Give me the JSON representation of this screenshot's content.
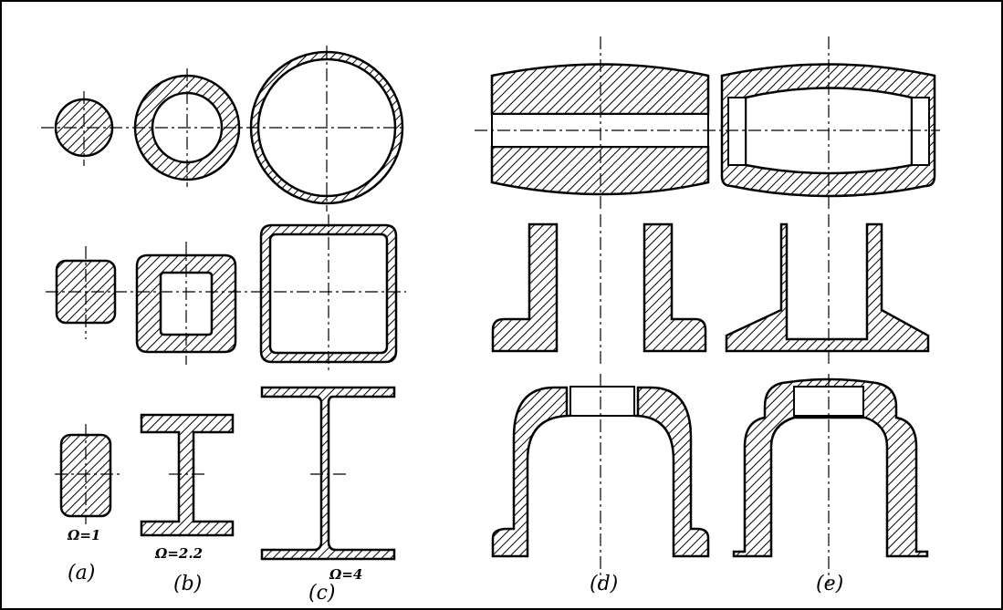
{
  "labels": {
    "a": "(a)",
    "b": "(b)",
    "c": "(c)",
    "d": "(d)",
    "e": "(e)"
  },
  "ratios": {
    "a": "Ω=1",
    "b": "Ω=2.2",
    "c": "Ω=4"
  },
  "colors": {
    "ink": "#000000",
    "background": "#ffffff"
  }
}
